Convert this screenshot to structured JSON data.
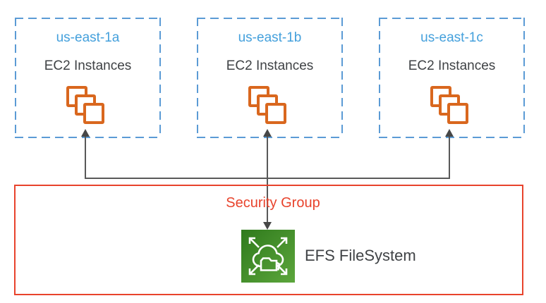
{
  "availability_zones": [
    {
      "name": "us-east-1a",
      "service_label": "EC2 Instances",
      "icon": "ec2-instances-icon"
    },
    {
      "name": "us-east-1b",
      "service_label": "EC2 Instances",
      "icon": "ec2-instances-icon"
    },
    {
      "name": "us-east-1c",
      "service_label": "EC2 Instances",
      "icon": "ec2-instances-icon"
    }
  ],
  "security_group": {
    "label": "Security Group"
  },
  "efs": {
    "label": "EFS FileSystem",
    "icon": "efs-icon"
  },
  "connections": [
    {
      "from": "efs",
      "to": "us-east-1a",
      "style": "arrow"
    },
    {
      "from": "efs",
      "to": "us-east-1b",
      "style": "double-arrow"
    },
    {
      "from": "efs",
      "to": "us-east-1c",
      "style": "arrow"
    }
  ],
  "colors": {
    "az_border_blue": "#5B9BD5",
    "az_name_blue": "#44A0DC",
    "text_dark": "#3F4245",
    "ec2_orange": "#D9671E",
    "security_red": "#E8432C",
    "connector_gray": "#595959",
    "efs_green_dark": "#2F7A1C",
    "efs_green_light": "#5CA63C"
  }
}
